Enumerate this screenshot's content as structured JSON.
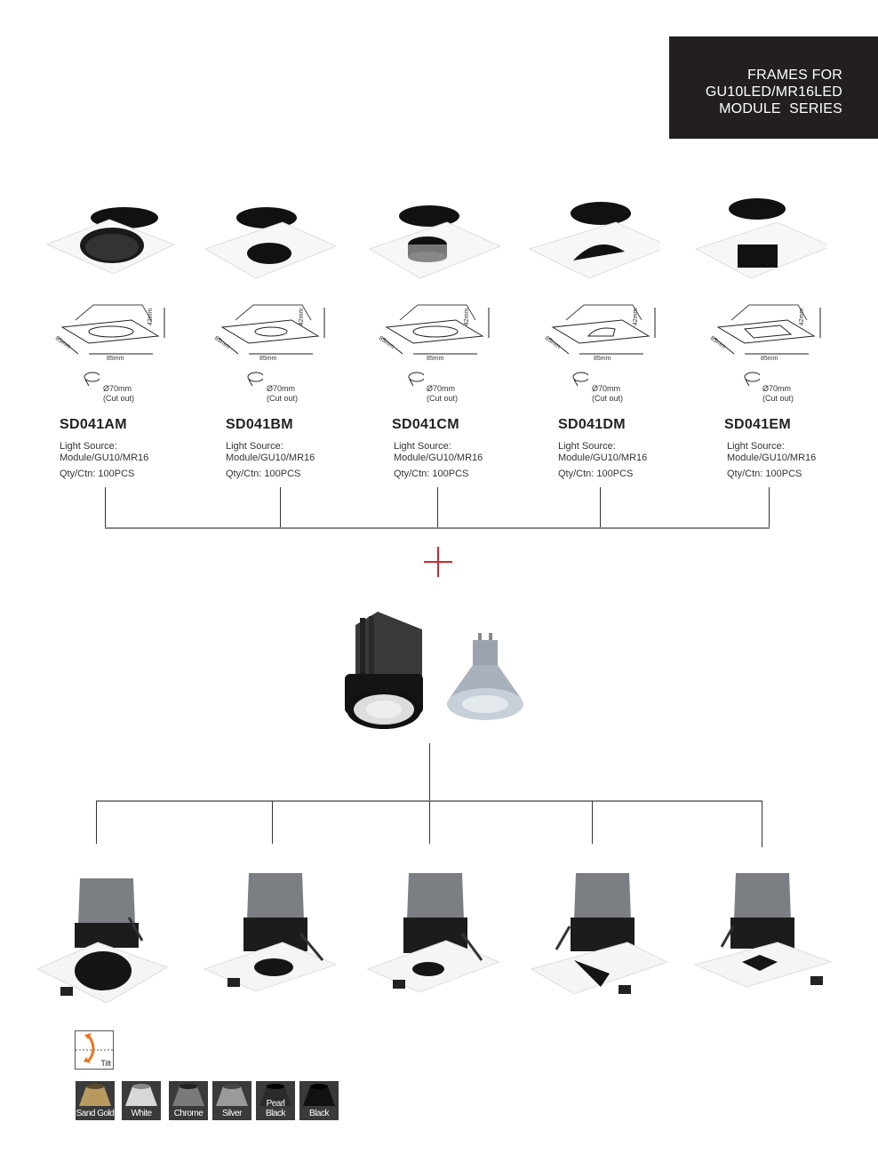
{
  "header": {
    "title_lines": [
      "FRAMES FOR",
      "GU10LED/MR16LED",
      "MODULE  SERIES"
    ],
    "background": "#231f20"
  },
  "products": [
    {
      "code": "SD041AM",
      "aperture": "round-deep",
      "light_source_label": "Light Source:",
      "light_source_value": "Module/GU10/MR16",
      "qty": "Qty/Ctn: 100PCS",
      "dim_width": "85mm",
      "dim_depth": "85mm",
      "dim_height": "42mm",
      "cutout": "Ø70mm",
      "cutout_note": "(Cut out)"
    },
    {
      "code": "SD041BM",
      "aperture": "round-shallow",
      "light_source_label": "Light Source:",
      "light_source_value": "Module/GU10/MR16",
      "qty": "Qty/Ctn: 100PCS",
      "dim_width": "85mm",
      "dim_depth": "85mm",
      "dim_height": "42mm",
      "cutout": "Ø70mm",
      "cutout_note": "(Cut out)"
    },
    {
      "code": "SD041CM",
      "aperture": "round-small",
      "light_source_label": "Light Source:",
      "light_source_value": "Module/GU10/MR16",
      "qty": "Qty/Ctn: 100PCS",
      "dim_width": "85mm",
      "dim_depth": "85mm",
      "dim_height": "42mm",
      "cutout": "Ø70mm",
      "cutout_note": "(Cut out)"
    },
    {
      "code": "SD041DM",
      "aperture": "half-moon",
      "light_source_label": "Light Source:",
      "light_source_value": "Module/GU10/MR16",
      "qty": "Qty/Ctn: 100PCS",
      "dim_width": "85mm",
      "dim_depth": "85mm",
      "dim_height": "42mm",
      "cutout": "Ø70mm",
      "cutout_note": "(Cut out)"
    },
    {
      "code": "SD041EM",
      "aperture": "square",
      "light_source_label": "Light Source:",
      "light_source_value": "Module/GU10/MR16",
      "qty": "Qty/Ctn: 100PCS",
      "dim_width": "85mm",
      "dim_depth": "85mm",
      "dim_height": "42mm",
      "cutout": "Ø70mm",
      "cutout_note": "(Cut out)"
    }
  ],
  "combine_symbol": "+",
  "accent_color": "#d3262f",
  "light_sources": [
    "led-module-icon",
    "gu10-bulb-icon"
  ],
  "tilt": {
    "label": "Tilt",
    "icon": "tilt-arrow-icon",
    "color": "#e87722"
  },
  "finishes": [
    {
      "label": "Sand Gold",
      "color": "#b89a5e"
    },
    {
      "label": "White",
      "color": "#d8d8d8"
    },
    {
      "label": "Chrome",
      "color": "#7a7a7a"
    },
    {
      "label": "Silver",
      "color": "#9a9a9a"
    },
    {
      "label": "Pearl Black",
      "color": "#2a2a2a"
    },
    {
      "label": "Black",
      "color": "#111111"
    }
  ]
}
